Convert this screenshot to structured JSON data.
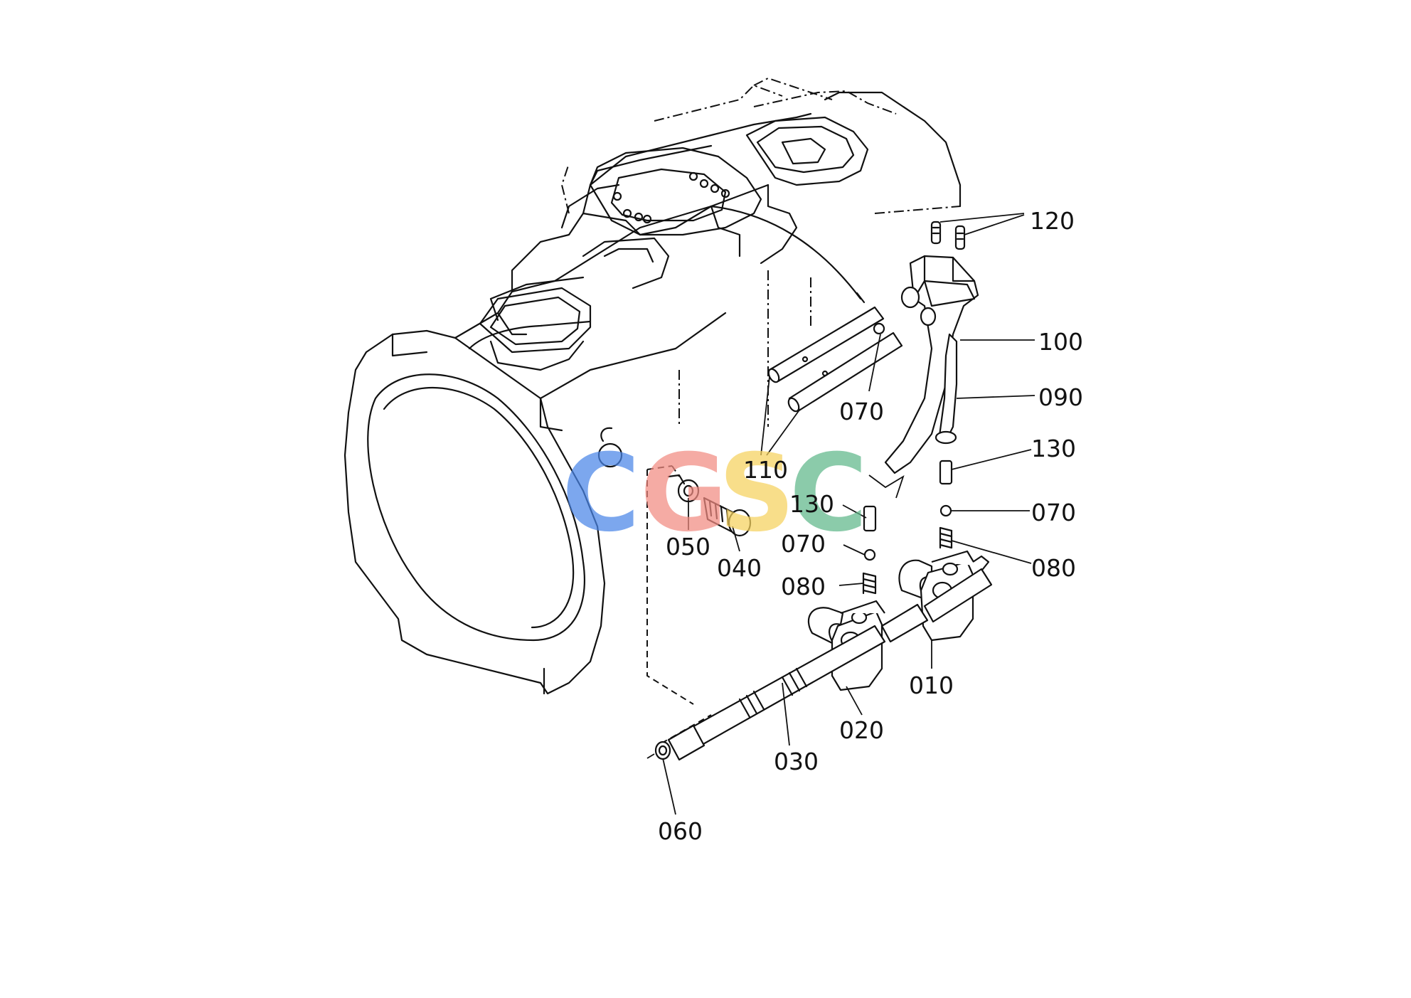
{
  "watermark": {
    "letters": [
      {
        "char": "C",
        "color": "#4a86e8"
      },
      {
        "char": "G",
        "color": "#f28b82"
      },
      {
        "char": "S",
        "color": "#f6d25e"
      },
      {
        "char": "C",
        "color": "#5fb88a"
      }
    ]
  },
  "labels": {
    "p120": "120",
    "p100": "100",
    "p090": "090",
    "p070_top": "070",
    "p110": "110",
    "p130_right": "130",
    "p070_right": "070",
    "p080_right": "080",
    "p130_left": "130",
    "p070_left": "070",
    "p080_left": "080",
    "p050": "050",
    "p040": "040",
    "p010": "010",
    "p020": "020",
    "p030": "030",
    "p060": "060"
  }
}
